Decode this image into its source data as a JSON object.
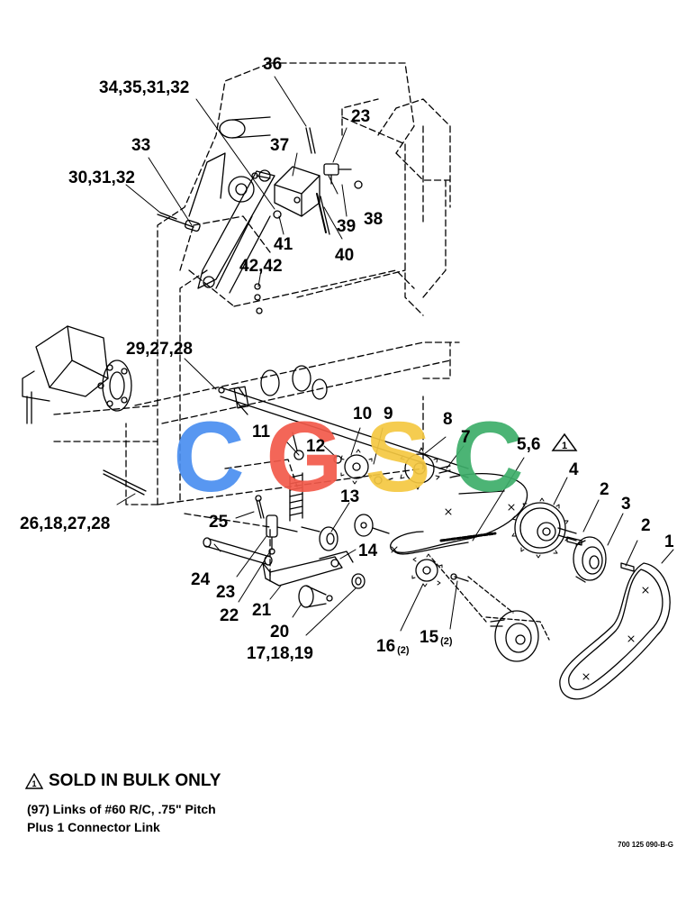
{
  "callouts": {
    "c36": "36",
    "c34_35_31_32": "34,35,31,32",
    "c23_top": "23",
    "c33": "33",
    "c37": "37",
    "c30_31_32": "30,31,32",
    "c39": "39",
    "c38": "38",
    "c41": "41",
    "c40": "40",
    "c42_42": "42,42",
    "c29_27_28": "29,27,28",
    "c10": "10",
    "c9": "9",
    "c8": "8",
    "c11": "11",
    "c12": "12",
    "c7": "7",
    "c5_6": "5,6",
    "c4": "4",
    "c2_a": "2",
    "c3": "3",
    "c2_b": "2",
    "c1": "1",
    "c13": "13",
    "c26_18_27_28": "26,18,27,28",
    "c25": "25",
    "c14": "14",
    "c24": "24",
    "c23_low": "23",
    "c22": "22",
    "c21": "21",
    "c20": "20",
    "c17_18_19": "17,18,19",
    "c16": "16",
    "c16_sub": "(2)",
    "c15": "15",
    "c15_sub": "(2)"
  },
  "note": {
    "heading": "SOLD IN BULK ONLY",
    "line1": "(97) Links of #60 R/C, .75\" Pitch",
    "line2": "Plus 1 Connector Link"
  },
  "drawing_number": "700 125 090-B-G",
  "watermark": {
    "letters": [
      "C",
      "G",
      "S",
      "C"
    ],
    "colors": [
      "#4a8ff0",
      "#f25a4a",
      "#f5c842",
      "#3dae6a"
    ]
  },
  "icons": {
    "warning": "warning-triangle-icon"
  }
}
